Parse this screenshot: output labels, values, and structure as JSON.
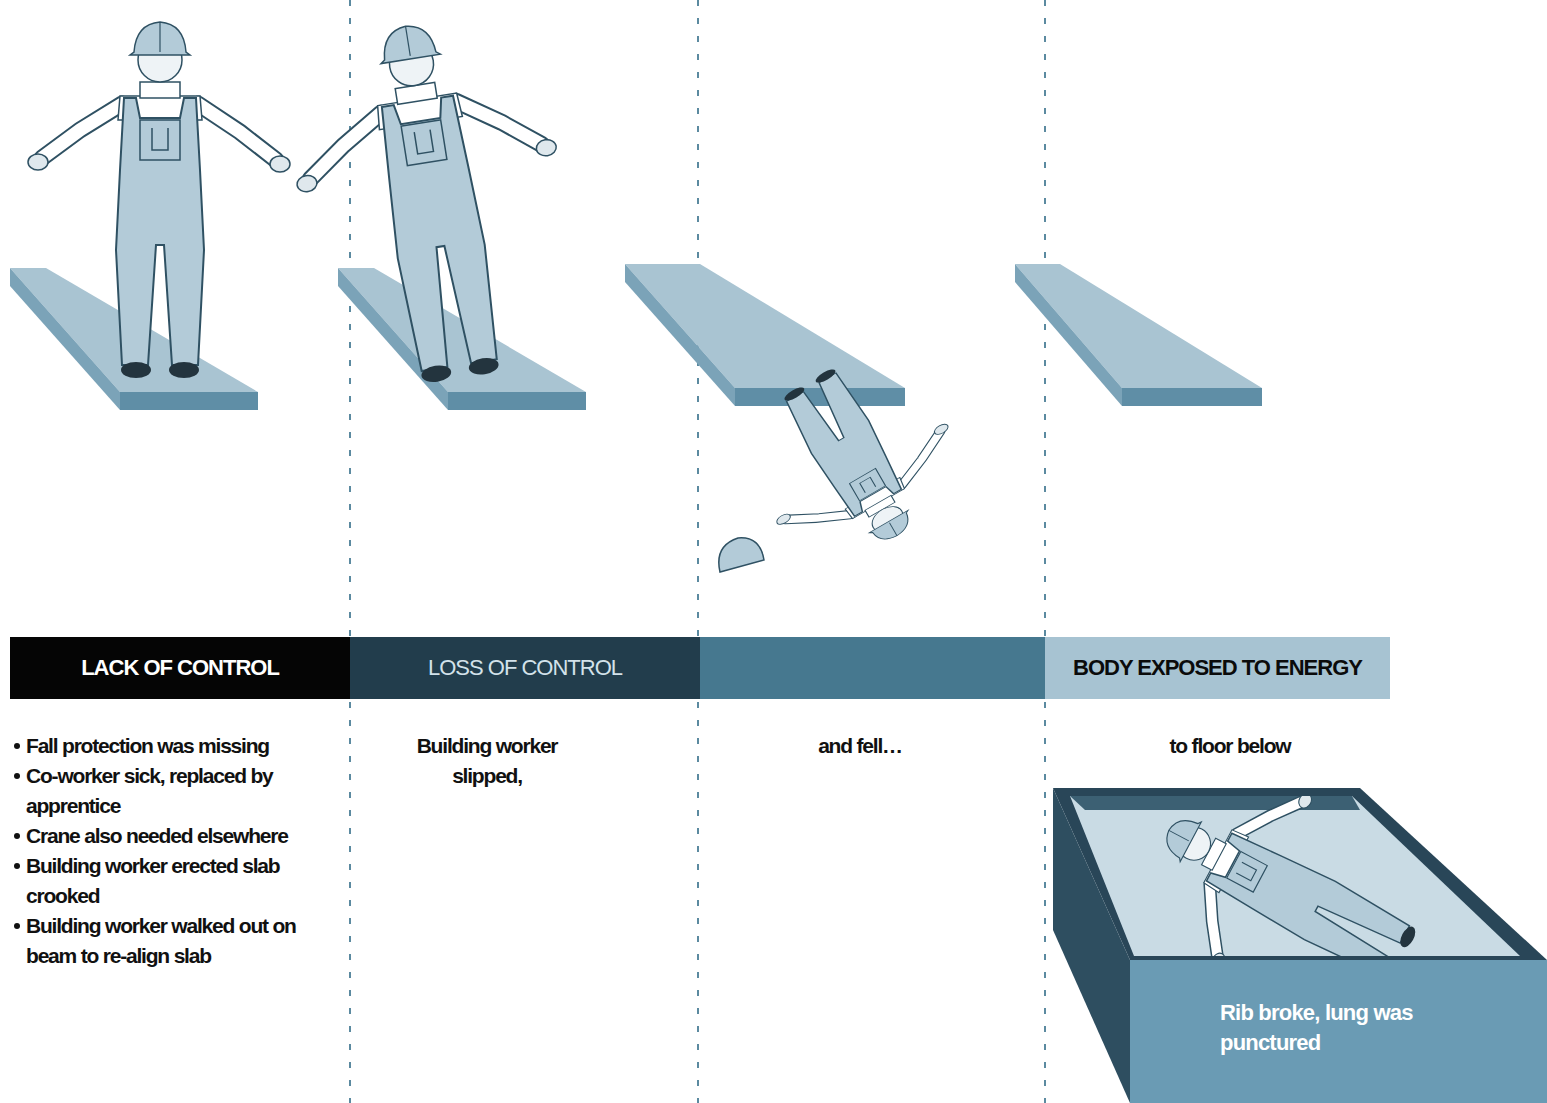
{
  "diagram": {
    "nodes": [
      {
        "text": [
          "LACK OF CONTROL"
        ]
      },
      {
        "text": [
          "LOSS OF CONTROL"
        ]
      },
      {
        "text": [
          "BODY EXPOSED TO ENERGY"
        ]
      },
      {
        "text": [
          "Rib broke, lung was punctured"
        ]
      }
    ],
    "labels": [
      "Fall protection was missing",
      "Co-worker sick, replaced by apprentice",
      "Crane also needed elsewhere",
      "Building worker erected slab crooked",
      "Building worker walked out on beam to re-align slab",
      "Building worker slipped,",
      "and fell…",
      "to floor below"
    ]
  }
}
